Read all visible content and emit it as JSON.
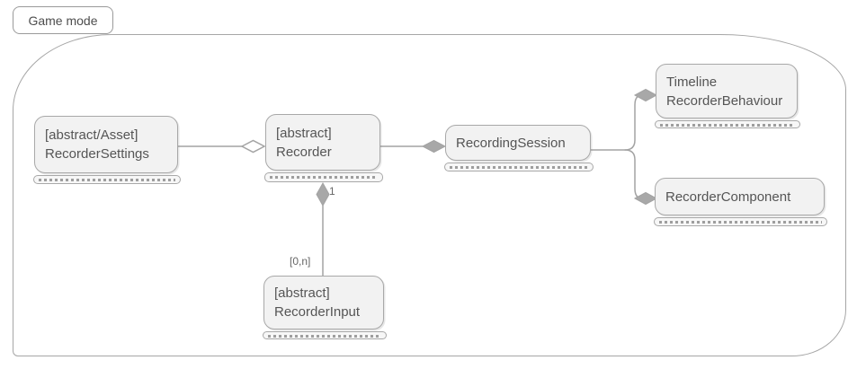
{
  "frame_label": "Game mode",
  "colors": {
    "line": "#a3a3a3",
    "node_fill": "#f2f2f2",
    "node_border": "#a8a8a8",
    "text": "#555555"
  },
  "nodes": {
    "recorder_settings": {
      "line1": "[abstract/Asset]",
      "line2": "RecorderSettings"
    },
    "recorder": {
      "line1": "[abstract]",
      "line2": "Recorder"
    },
    "recording_session": {
      "line1": "RecordingSession"
    },
    "timeline": {
      "line1": "Timeline",
      "line2": "RecorderBehaviour"
    },
    "recorder_component": {
      "line1": "RecorderComponent"
    },
    "recorder_input": {
      "line1": "[abstract]",
      "line2": "RecorderInput"
    }
  },
  "edges": [
    {
      "from": "RecorderSettings",
      "to": "Recorder",
      "diamond": "open",
      "diamond_at": "Recorder"
    },
    {
      "from": "Recorder",
      "to": "RecordingSession",
      "diamond": "filled",
      "diamond_at": "RecordingSession"
    },
    {
      "from": "Recorder",
      "to": "RecorderInput",
      "diamond": "filled",
      "diamond_at": "Recorder",
      "source_multiplicity": "1",
      "target_multiplicity": "[0,n]"
    },
    {
      "from": "RecordingSession",
      "to": "Timeline RecorderBehaviour",
      "diamond": "filled",
      "diamond_at": "Timeline RecorderBehaviour"
    },
    {
      "from": "RecordingSession",
      "to": "RecorderComponent",
      "diamond": "filled",
      "diamond_at": "RecorderComponent"
    }
  ]
}
